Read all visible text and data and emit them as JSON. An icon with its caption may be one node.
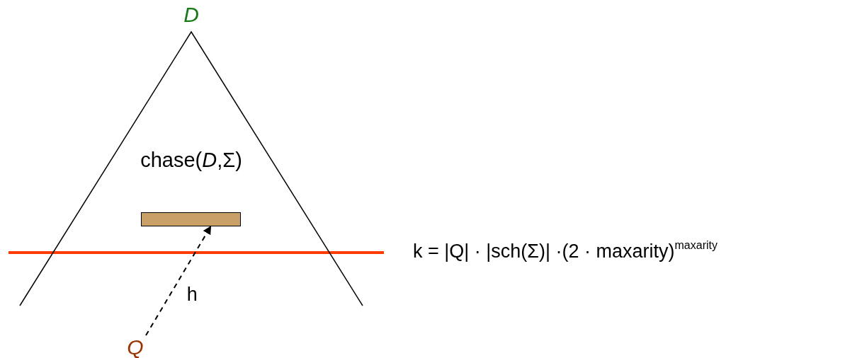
{
  "diagram": {
    "nodes": [
      {
        "text": [
          "D",
          "chase(*D*,Σ)"
        ]
      },
      {
        "text": [],
        "shape": "bar",
        "in": 0
      },
      {
        "text": [
          "Q"
        ]
      }
    ],
    "edges": [
      {
        "from": 2,
        "to": 1,
        "arrow": "to",
        "style": "dashed",
        "label": "h"
      }
    ],
    "labels": [
      "k = |Q| · |sch(Σ)| ·(2 · maxarity)$^{maxarity}$"
    ]
  }
}
